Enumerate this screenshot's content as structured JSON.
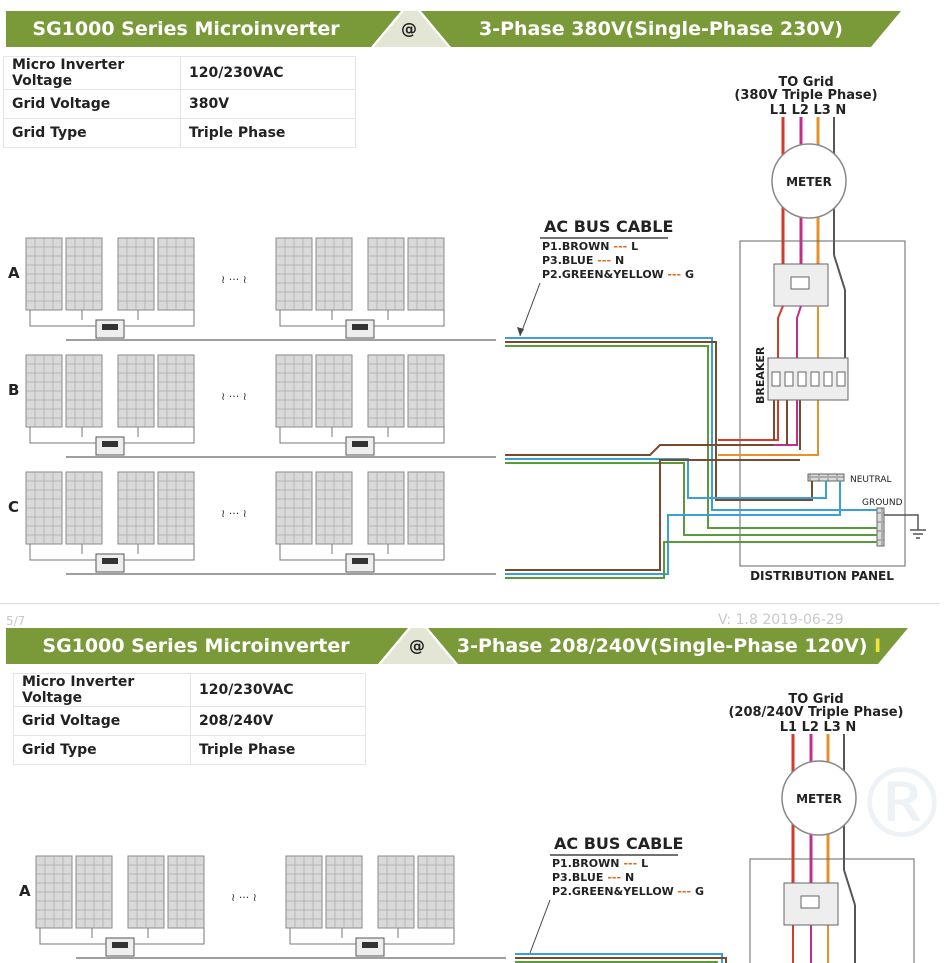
{
  "panel1": {
    "banner_left": "SG1000 Series Microinverter",
    "banner_at": "@",
    "banner_right": "3-Phase 380V(Single-Phase 230V)",
    "specs": [
      {
        "label": "Micro Inverter Voltage",
        "value": "120/230VAC"
      },
      {
        "label": "Grid  Voltage",
        "value": "380V"
      },
      {
        "label": "Grid Type",
        "value": "Triple Phase"
      }
    ],
    "grid_title": "TO Grid",
    "grid_subtitle": "(380V Triple Phase)",
    "grid_lines": "L1 L2 L3 N",
    "meter": "METER",
    "bus_cable_title": "AC BUS CABLE",
    "bus_lines": [
      {
        "name": "P1.BROWN",
        "dash": "---",
        "term": "L"
      },
      {
        "name": "P3.BLUE",
        "dash": "---",
        "term": "N"
      },
      {
        "name": "P2.GREEN&YELLOW",
        "dash": "---",
        "term": "G"
      }
    ],
    "rows": [
      "A",
      "B",
      "C"
    ],
    "ellipsis": "≀ ··· ≀",
    "breaker": "BREAKER",
    "neutral": "NEUTRAL",
    "ground": "GROUND",
    "distribution_panel": "DISTRIBUTION PANEL"
  },
  "footer": {
    "page": "5/7",
    "version": "V: 1.8    2019-06-29"
  },
  "panel2": {
    "banner_left": "SG1000 Series Microinverter",
    "banner_at": "@",
    "banner_right": "3-Phase 208/240V(Single-Phase 120V)",
    "banner_cursor": "I",
    "specs": [
      {
        "label": "Micro Inverter Voltage",
        "value": "120/230VAC"
      },
      {
        "label": "Grid  Voltage",
        "value": "208/240V"
      },
      {
        "label": "Grid Type",
        "value": "Triple Phase"
      }
    ],
    "grid_title": "TO Grid",
    "grid_subtitle": "(208/240V Triple Phase)",
    "grid_lines": "L1 L2 L3 N",
    "meter": "METER",
    "bus_cable_title": "AC BUS CABLE",
    "bus_lines": [
      {
        "name": "P1.BROWN",
        "dash": "---",
        "term": "L"
      },
      {
        "name": "P3.BLUE",
        "dash": "---",
        "term": "N"
      },
      {
        "name": "P2.GREEN&YELLOW",
        "dash": "---",
        "term": "G"
      }
    ],
    "rows": [
      "A"
    ],
    "ellipsis": "≀ ··· ≀",
    "watermark_mark": "®"
  },
  "colors": {
    "banner_green": "#7a9a3a",
    "wire_brown": "#7a4a2e",
    "wire_red": "#d63a2a",
    "wire_magenta": "#c0308a",
    "wire_orange": "#e8902a",
    "wire_dark": "#555555",
    "wire_blue": "#3aa0d8",
    "wire_green": "#5a9a3a"
  }
}
